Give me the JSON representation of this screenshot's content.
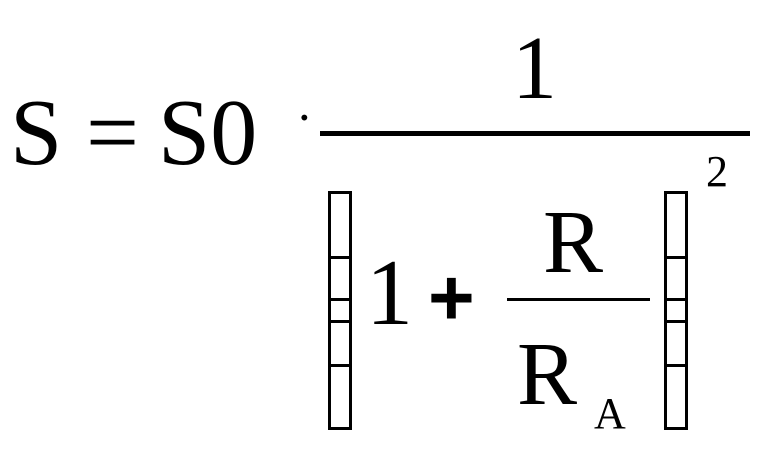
{
  "formula": {
    "lhs": "S",
    "equals": "=",
    "coefficient": "S0",
    "multiply": "·",
    "numerator": "1",
    "one": "1",
    "plus": "+",
    "inner_numerator": "R",
    "inner_denominator": "R",
    "inner_subscript": "A",
    "exponent": "2"
  }
}
